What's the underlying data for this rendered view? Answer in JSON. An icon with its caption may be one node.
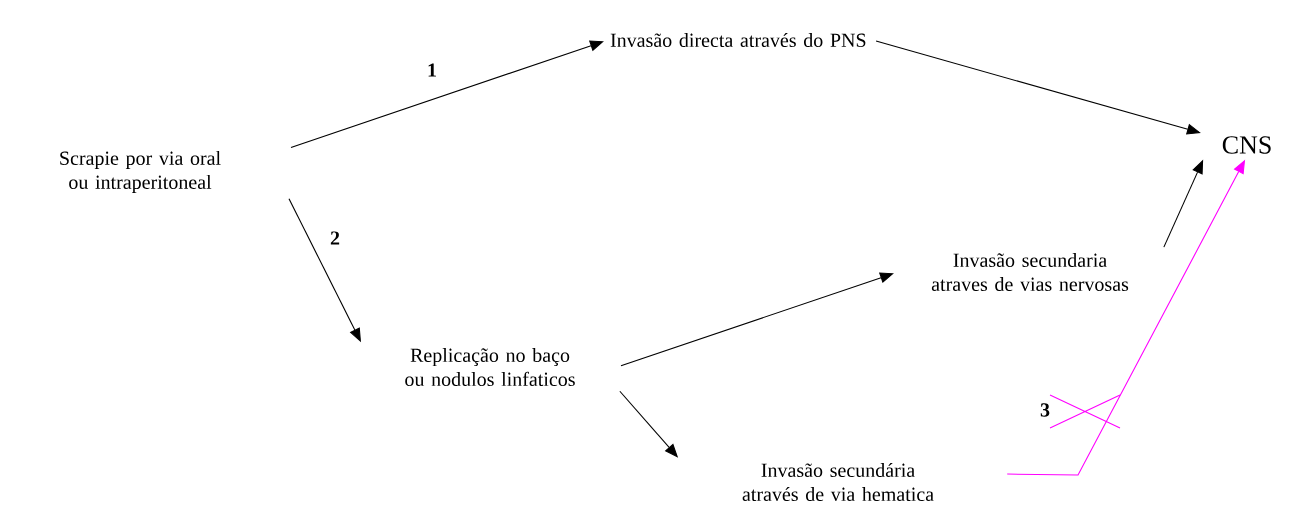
{
  "diagram": {
    "nodes": [
      {
        "text": [
          "Scrapie por via oral ou intraperitoneal"
        ]
      },
      {
        "text": [
          "Invasão directa através do PNS"
        ]
      },
      {
        "text": [
          "CNS"
        ]
      },
      {
        "text": [
          "Replicação no baço ou nodulos linfaticos"
        ]
      },
      {
        "text": [
          "Invasão secundaria atraves de vias nervosas"
        ]
      },
      {
        "text": [
          "Invasão secundária através de via hematica"
        ]
      }
    ],
    "edges": [
      {
        "from": 0,
        "to": 1,
        "arrow": "to",
        "label": "1"
      },
      {
        "from": 0,
        "to": 3,
        "arrow": "to",
        "label": "2"
      },
      {
        "from": 1,
        "to": 2,
        "arrow": "to"
      },
      {
        "from": 3,
        "to": 4,
        "arrow": "to"
      },
      {
        "from": 4,
        "to": 2,
        "arrow": "to"
      },
      {
        "from": 3,
        "to": 5,
        "arrow": "to"
      },
      {
        "from": 5,
        "to": 2,
        "arrow": "to",
        "label": "3",
        "color": "#ff00ff"
      }
    ]
  }
}
